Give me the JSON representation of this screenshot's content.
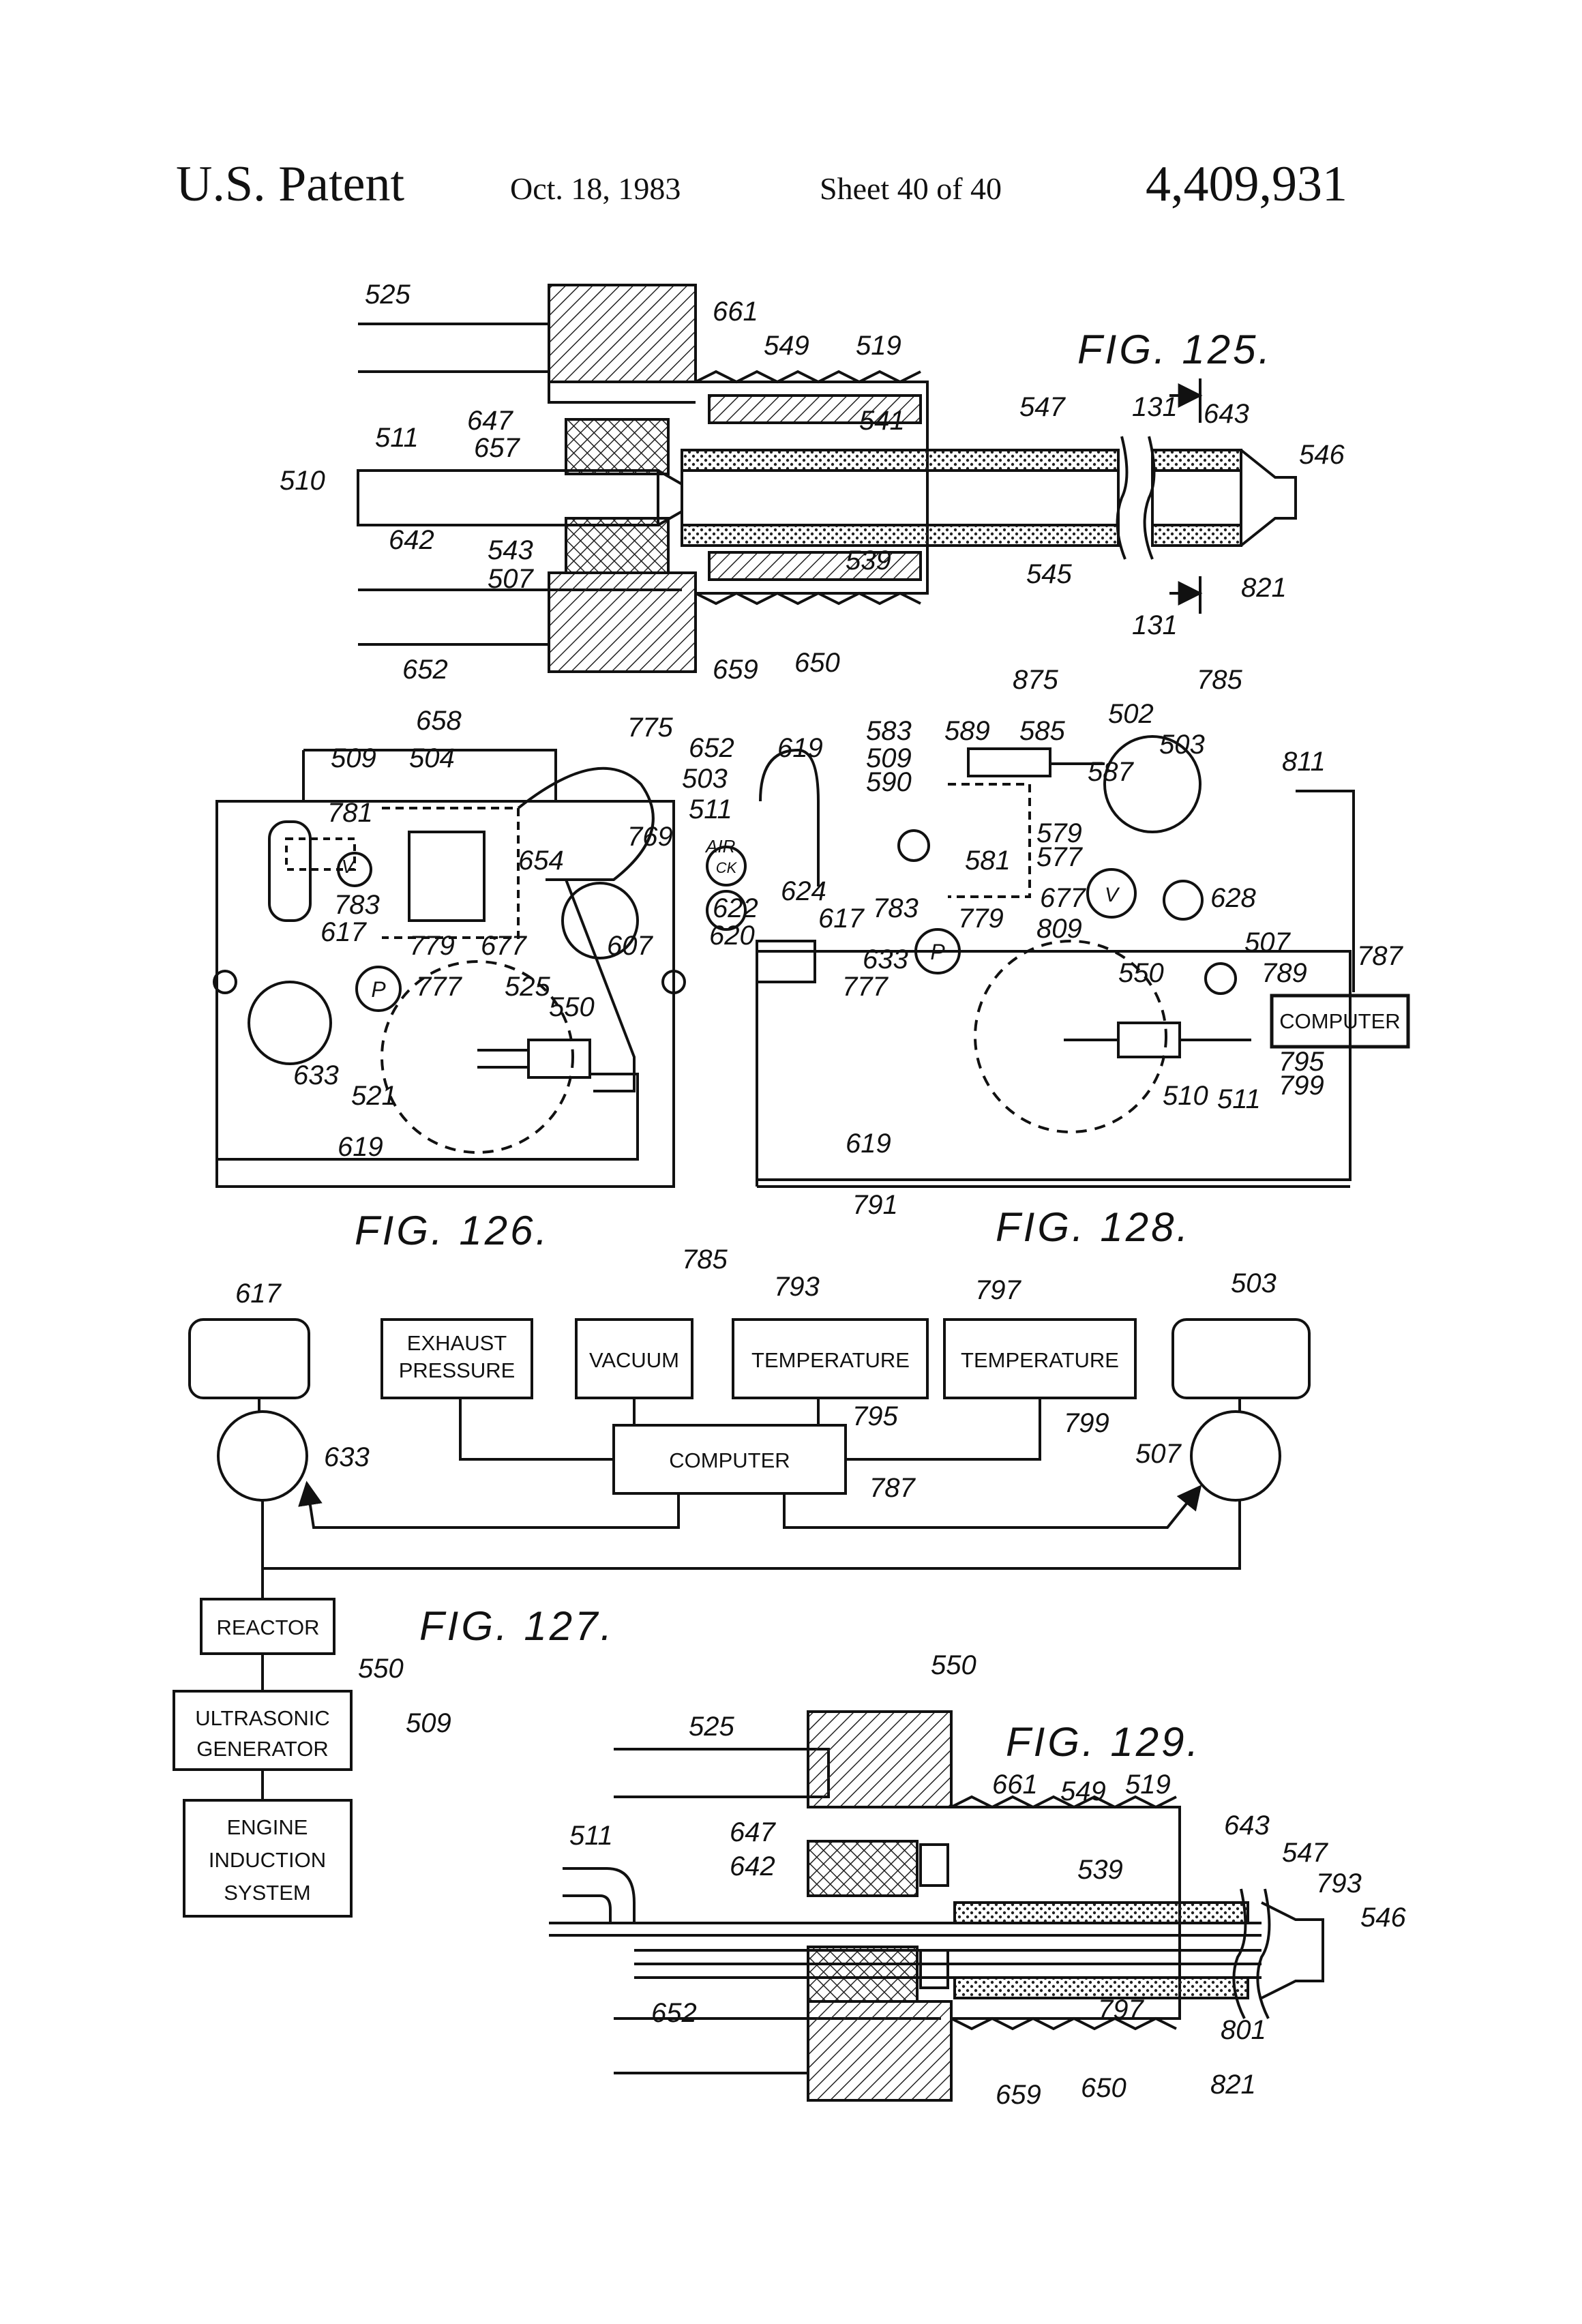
{
  "header": {
    "patent_label": "U.S. Patent",
    "date": "Oct. 18, 1983",
    "sheet": "Sheet 40 of 40",
    "patent_number": "4,409,931"
  },
  "figures": {
    "fig125": "FIG. 125.",
    "fig126": "FIG. 126.",
    "fig127": "FIG. 127.",
    "fig128": "FIG. 128.",
    "fig129": "FIG. 129."
  },
  "fig127_blocks": {
    "exhaust_line1": "EXHAUST",
    "exhaust_line2": "PRESSURE",
    "vacuum": "VACUUM",
    "temperature_1": "TEMPERATURE",
    "temperature_2": "TEMPERATURE",
    "computer": "COMPUTER",
    "reactor": "REACTOR",
    "ultrasonic_line1": "ULTRASONIC",
    "ultrasonic_line2": "GENERATOR",
    "engine_line1": "ENGINE",
    "engine_line2": "INDUCTION",
    "engine_line3": "SYSTEM"
  },
  "fig128_labels": {
    "computer": "COMPUTER",
    "air": "AIR",
    "v": "V",
    "p": "P",
    "ck": "CK"
  },
  "fig126_labels": {
    "v": "V",
    "p": "P"
  },
  "reference_numerals": {
    "fig125": [
      "525",
      "661",
      "549",
      "519",
      "547",
      "131",
      "643",
      "546",
      "511",
      "647",
      "657",
      "510",
      "541",
      "642",
      "543",
      "507",
      "539",
      "545",
      "821",
      "652",
      "659",
      "650"
    ],
    "fig126": [
      "658",
      "775",
      "509",
      "504",
      "652",
      "503",
      "511",
      "781",
      "769",
      "654",
      "783",
      "617",
      "779",
      "677",
      "607",
      "777",
      "525",
      "550",
      "633",
      "521",
      "619"
    ],
    "fig128": [
      "875",
      "785",
      "502",
      "583",
      "589",
      "585",
      "509",
      "590",
      "587",
      "503",
      "811",
      "619",
      "581",
      "579",
      "577",
      "677",
      "622",
      "620",
      "624",
      "617",
      "783",
      "779",
      "809",
      "628",
      "507",
      "789",
      "787",
      "633",
      "777",
      "550",
      "795",
      "799",
      "510",
      "511",
      "791"
    ],
    "fig127": [
      "785",
      "617",
      "793",
      "797",
      "503",
      "633",
      "795",
      "799",
      "507",
      "787",
      "550",
      "509"
    ],
    "fig129": [
      "550",
      "525",
      "661",
      "549",
      "519",
      "643",
      "547",
      "793",
      "546",
      "511",
      "647",
      "642",
      "539",
      "652",
      "797",
      "801",
      "659",
      "650",
      "821"
    ]
  }
}
